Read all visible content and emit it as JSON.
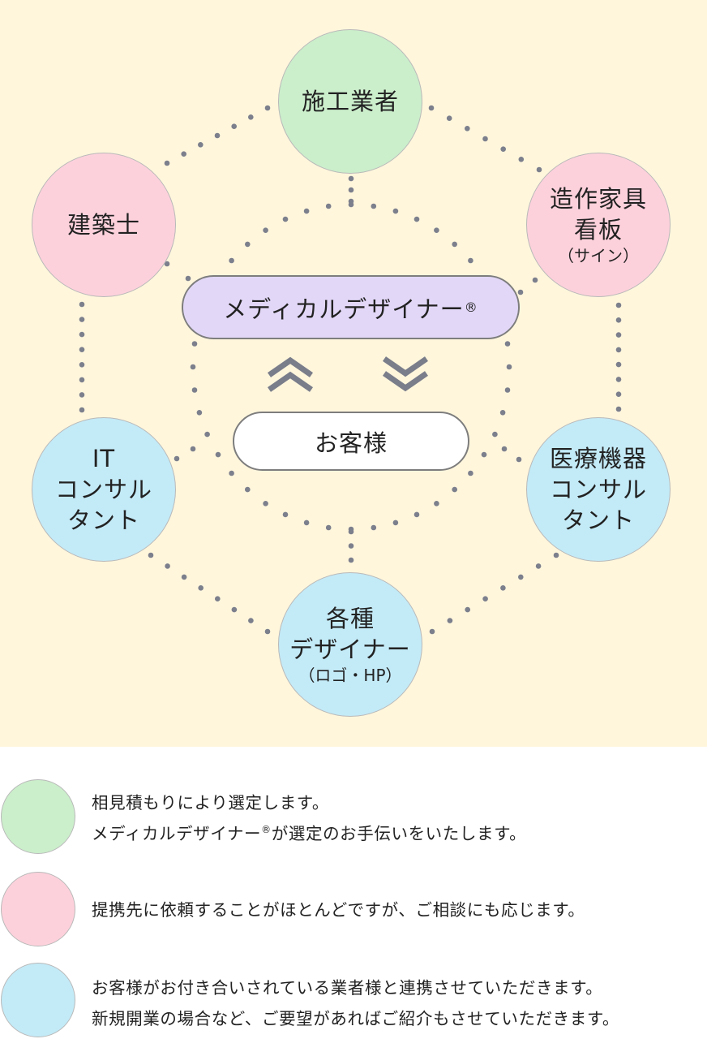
{
  "diagram": {
    "nodes": {
      "contractor": {
        "line1": "施工業者"
      },
      "architect": {
        "line1": "建築士"
      },
      "fixtures": {
        "line1": "造作家具",
        "line2": "看板",
        "note": "（サイン）"
      },
      "it": {
        "line1": "IT",
        "line2": "コンサル",
        "line3": "タント"
      },
      "medical": {
        "line1": "医療機器",
        "line2": "コンサル",
        "line3": "タント"
      },
      "designers": {
        "line1": "各種",
        "line2": "デザイナー",
        "note": "（ロゴ・HP）"
      }
    },
    "center_label": "メディカルデザイナー",
    "center_mark": "®",
    "client_label": "お客様"
  },
  "legend": [
    {
      "color": "#cbeecb",
      "line1": "相見積もりにより選定します。",
      "line2_pre": "メディカルデザイナー",
      "line2_mark": "®",
      "line2_post": "が選定のお手伝いをいたします。"
    },
    {
      "color": "#fdd1dc",
      "line1": "提携先に依頼することがほとんどですが、ご相談にも応じます。"
    },
    {
      "color": "#c3eaf7",
      "line1": "お客様がお付き合いされている業者様と連携させていただきます。",
      "line2": "新規開業の場合など、ご要望があればご紹介もさせていただきます。"
    }
  ],
  "colors": {
    "background": "#fff6dc",
    "green": "#cbeecb",
    "pink": "#fdd1dc",
    "blue": "#c3eaf7",
    "center_pill": "#e2d7f7",
    "dots": "#7c7f8c",
    "arrows": "#7a7d8a"
  },
  "icons": [
    "double-chevron-up-icon",
    "double-chevron-down-icon"
  ]
}
